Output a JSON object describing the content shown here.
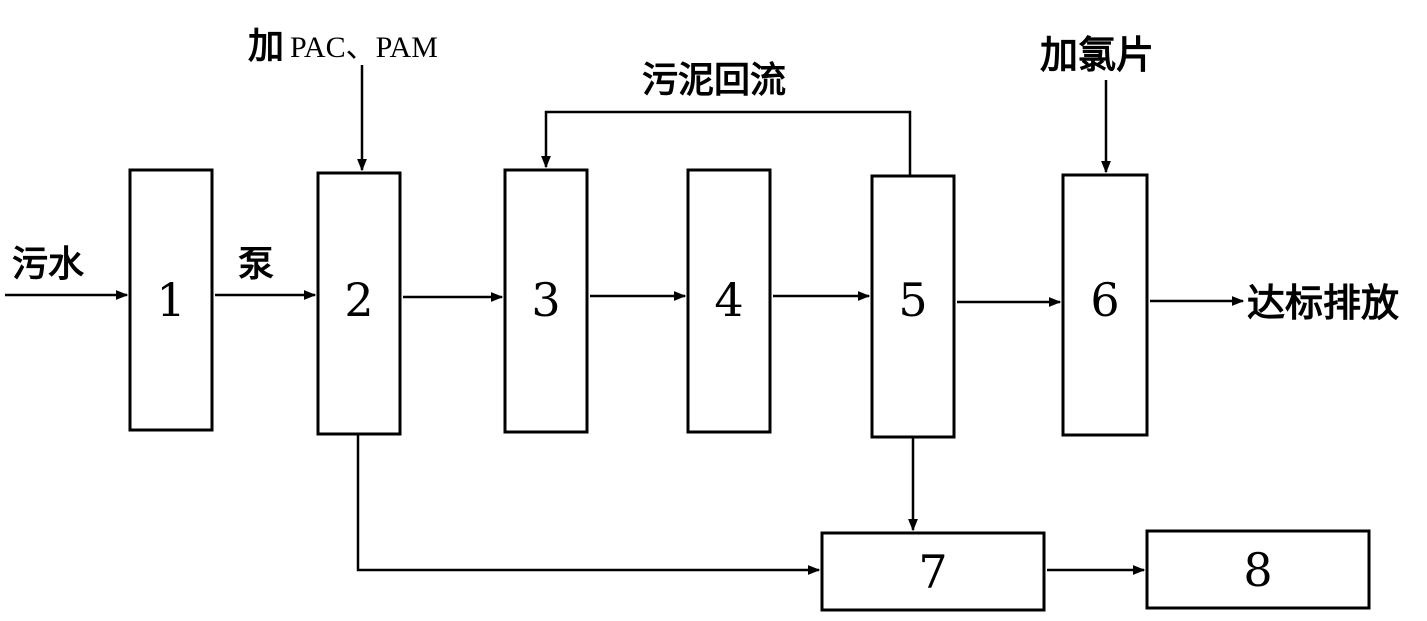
{
  "units": {
    "u1": "1",
    "u2": "2",
    "u3": "3",
    "u4": "4",
    "u5": "5",
    "u6": "6",
    "u7": "7",
    "u8": "8"
  },
  "labels": {
    "inlet": "污水",
    "pump": "泵",
    "dosing_prefix": "加",
    "dosing_chem": "PAC、PAM",
    "sludge_return": "污泥回流",
    "chlorine": "加氯片",
    "discharge": "达标排放"
  },
  "colors": {
    "stroke": "#000000",
    "background": "#ffffff"
  }
}
